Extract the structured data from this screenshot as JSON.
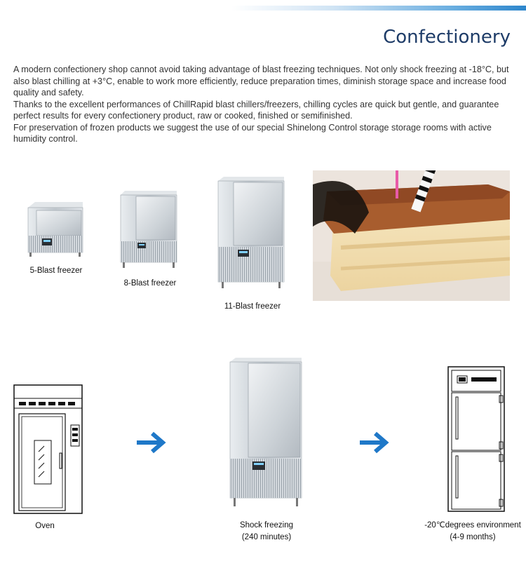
{
  "page": {
    "title": "Confectionery",
    "paragraphs": [
      "A modern confectionery shop cannot avoid taking advantage of blast freezing techniques. Not only shock freezing at -18°C, but also blast chilling at +3°C, enable to work more efficiently, reduce preparation times, diminish storage space and increase food quality and safety.",
      "Thanks to the excellent performances of ChillRapid blast chillers/freezers, chilling cycles are quick but gentle, and guarantee perfect results for every confectionery product, raw or cooked, finished or semifinished.",
      "For preservation of frozen products we suggest the use of our special Shinelong Control storage storage rooms with active humidity control."
    ]
  },
  "products": [
    {
      "caption": "5-Blast freezer"
    },
    {
      "caption": "8-Blast freezer"
    },
    {
      "caption": "11-Blast freezer"
    }
  ],
  "process": {
    "steps": [
      {
        "caption": "Oven",
        "sub": ""
      },
      {
        "caption": "Shock freezing",
        "sub": "(240 minutes)"
      },
      {
        "caption": "-20℃degrees environment",
        "sub": "(4-9 months)"
      }
    ],
    "arrow_color": "#1f78c8"
  },
  "colors": {
    "title": "#1e3c68",
    "steel": "#c9cfd4"
  }
}
